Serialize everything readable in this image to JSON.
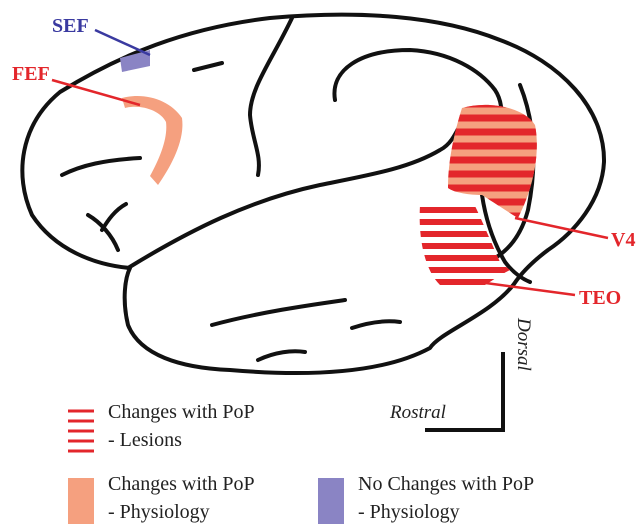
{
  "labels": {
    "sef": "SEF",
    "fef": "FEF",
    "v4": "V4",
    "teo": "TEO"
  },
  "legend": {
    "lesions_line1": "Changes with PoP",
    "lesions_line2": "- Lesions",
    "physiology_line1": "Changes with PoP",
    "physiology_line2": "- Physiology",
    "nochange_line1": "No Changes with PoP",
    "nochange_line2": "- Physiology"
  },
  "axes": {
    "dorsal": "Dorsal",
    "rostral": "Rostral"
  },
  "colors": {
    "changes_lesions": "#e3262b",
    "changes_physiology": "#f5a07f",
    "no_changes_physiology": "#8a84c4",
    "sef_label": "#3a3aa0",
    "red_label": "#e3262b",
    "outline": "#111111"
  }
}
